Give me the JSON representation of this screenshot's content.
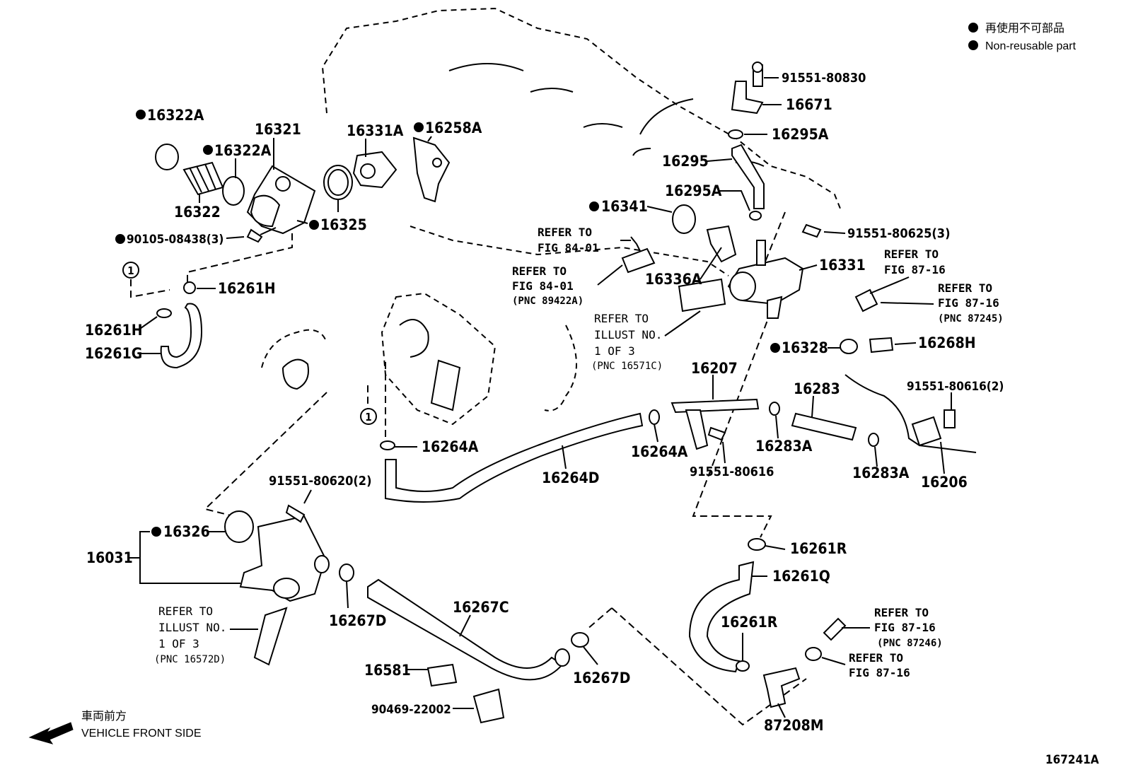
{
  "legend": {
    "jp": "再使用不可部品",
    "en": "Non-reusable part"
  },
  "footer": {
    "direction_jp": "車両前方",
    "direction_en": "VEHICLE FRONT SIDE",
    "figure_id": "167241A"
  },
  "parts": {
    "p16322A_1": "16322A",
    "p16322A_2": "16322A",
    "p16321": "16321",
    "p16322": "16322",
    "p16331A": "16331A",
    "p16258A": "16258A",
    "p16325": "16325",
    "p90105": "90105-08438(3)",
    "p16261H_a": "16261H",
    "p16261H_b": "16261H",
    "p16261G": "16261G",
    "p91551_80830": "91551-80830",
    "p16671": "16671",
    "p16295A_1": "16295A",
    "p16295": "16295",
    "p16295A_2": "16295A",
    "p16341": "16341",
    "p91551_80625": "91551-80625(3)",
    "p16336A": "16336A",
    "p16331": "16331",
    "p16328": "16328",
    "p16268H": "16268H",
    "p16207": "16207",
    "p16283": "16283",
    "p91551_80616_2": "91551-80616(2)",
    "p16264A_1": "16264A",
    "p16264A_2": "16264A",
    "p16264D": "16264D",
    "p16283A_1": "16283A",
    "p16283A_2": "16283A",
    "p91551_80616": "91551-80616",
    "p16206": "16206",
    "p91551_80620": "91551-80620(2)",
    "p16326": "16326",
    "p16031": "16031",
    "p16261R_1": "16261R",
    "p16261Q": "16261Q",
    "p16261R_2": "16261R",
    "p16267C": "16267C",
    "p16267D_1": "16267D",
    "p16267D_2": "16267D",
    "p16581": "16581",
    "p90469": "90469-22002",
    "p87208M": "87208M"
  },
  "refs": {
    "r1": [
      "REFER TO",
      "FIG 84-01"
    ],
    "r2": [
      "REFER TO",
      "FIG 84-01",
      "(PNC 89422A)"
    ],
    "r3": [
      "REFER TO",
      "ILLUST NO.",
      "1 OF 3",
      "(PNC 16571C)"
    ],
    "r4": [
      "REFER TO",
      "FIG 87-16"
    ],
    "r5": [
      "REFER TO",
      "FIG 87-16",
      "(PNC 87245)"
    ],
    "r6": [
      "REFER TO",
      "ILLUST NO.",
      "1 OF 3",
      "(PNC 16572D)"
    ],
    "r7": [
      "REFER TO",
      "FIG 87-16",
      "(PNC 87246)"
    ],
    "r8": [
      "REFER TO",
      "FIG 87-16"
    ]
  },
  "markers": {
    "m1": "1",
    "m2": "1"
  }
}
